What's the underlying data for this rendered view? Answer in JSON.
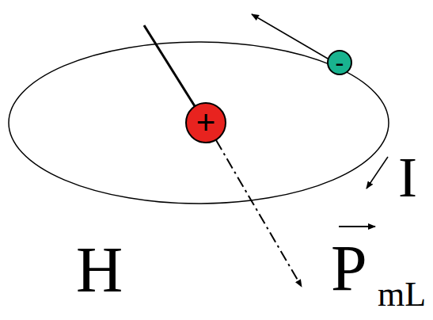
{
  "diagram": {
    "nodes": [
      {
        "text": [
          "+"
        ]
      },
      {
        "text": [
          "-"
        ]
      }
    ],
    "labels": [
      "I",
      "H",
      "P",
      "mL"
    ]
  }
}
